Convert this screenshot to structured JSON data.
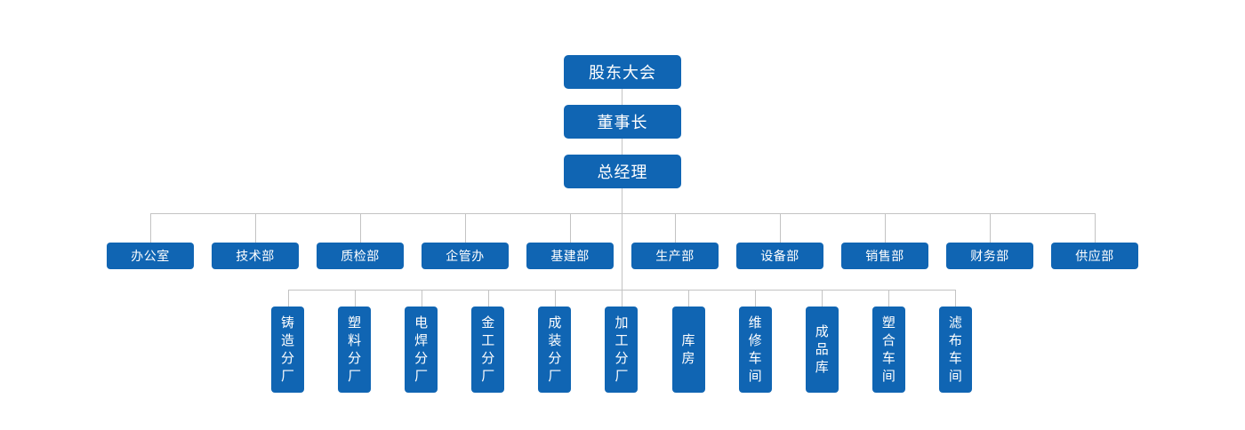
{
  "colors": {
    "node_fill": "#1065b3",
    "node_text": "#ffffff",
    "connector": "#c3c3c3",
    "background": "#ffffff"
  },
  "org_chart": {
    "type": "org-hierarchy",
    "levels": {
      "level1": {
        "label": "股东大会"
      },
      "level2": {
        "label": "董事长"
      },
      "level3": {
        "label": "总经理"
      }
    },
    "departments": [
      "办公室",
      "技术部",
      "质检部",
      "企管办",
      "基建部",
      "生产部",
      "设备部",
      "销售部",
      "财务部",
      "供应部"
    ],
    "sub_units": [
      "铸造分厂",
      "塑料分厂",
      "电焊分厂",
      "金工分厂",
      "成装分厂",
      "加工分厂",
      "库房",
      "维修车间",
      "成品库",
      "塑合车间",
      "滤布车间"
    ]
  }
}
